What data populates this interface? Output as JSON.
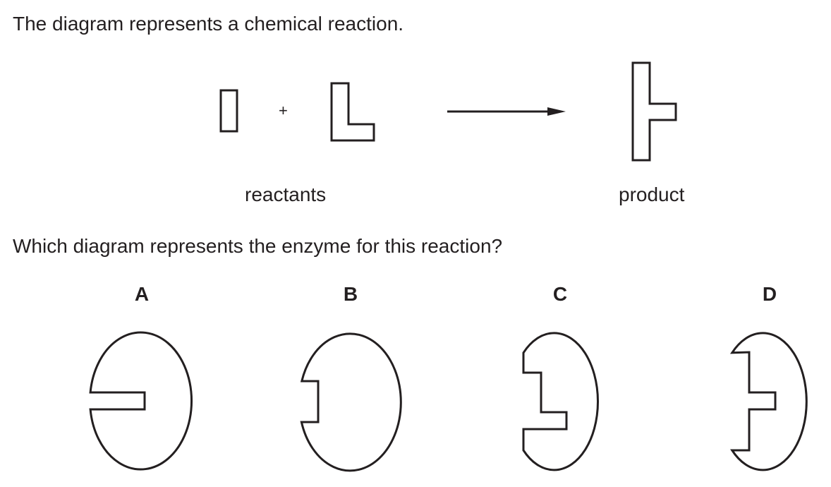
{
  "question": {
    "intro": "The diagram represents a chemical reaction.",
    "prompt": "Which diagram represents the enzyme for this reaction?"
  },
  "reaction": {
    "plus_sign": "+",
    "reactants_label": "reactants",
    "product_label": "product"
  },
  "options": [
    {
      "letter": "A"
    },
    {
      "letter": "B"
    },
    {
      "letter": "C"
    },
    {
      "letter": "D"
    }
  ]
}
